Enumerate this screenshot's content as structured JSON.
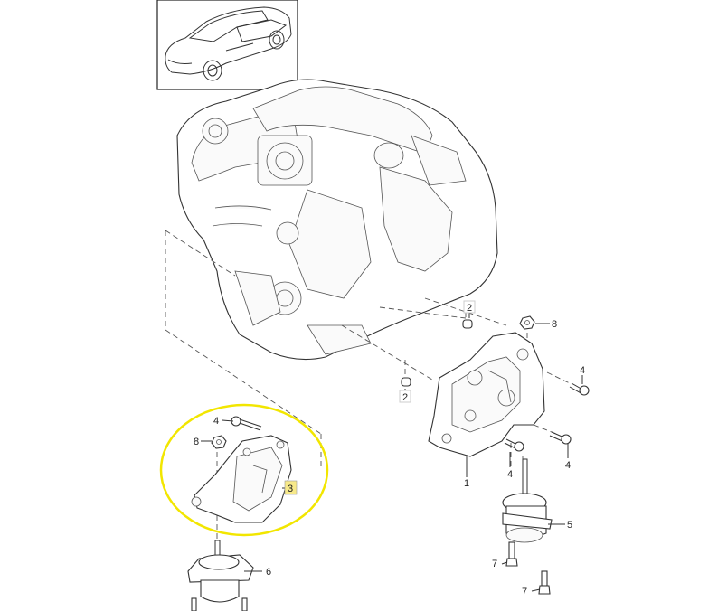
{
  "callouts": {
    "c1": "1",
    "c2a": "2",
    "c2b": "2",
    "c3": "3",
    "c4a": "4",
    "c4b": "4",
    "c4c": "4",
    "c4d": "4",
    "c5": "5",
    "c6": "6",
    "c7a": "7",
    "c7b": "7",
    "c8a": "8",
    "c8b": "8"
  },
  "colors": {
    "highlight_ellipse": "#f2e600",
    "highlight_label": "#f7e98a",
    "ink": "#333333"
  },
  "icons": {
    "vehicle": "car-thumbnail-icon"
  }
}
